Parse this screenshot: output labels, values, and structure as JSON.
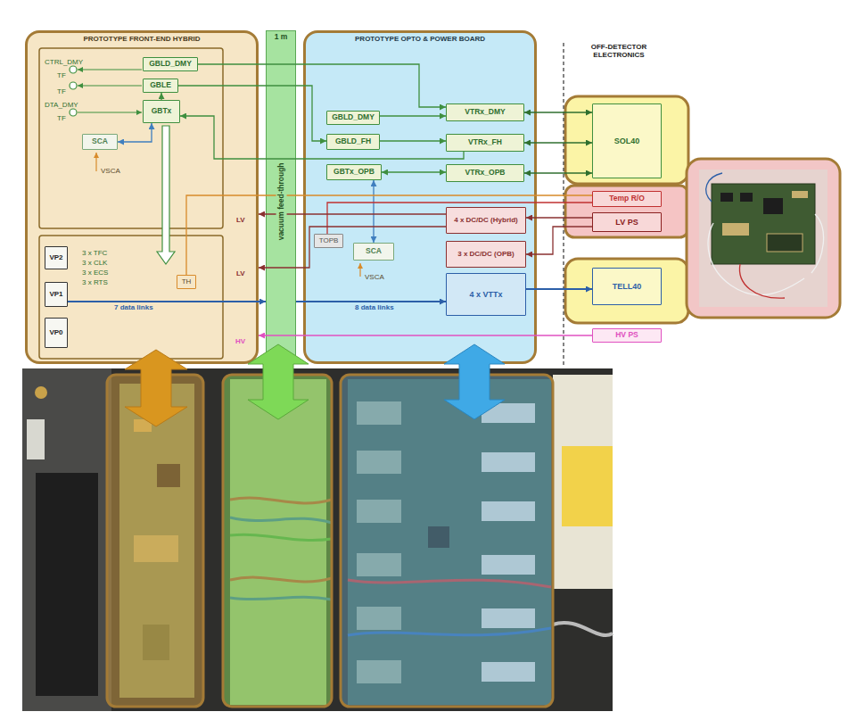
{
  "diagram": {
    "nodes": [
      {
        "text": [
          "PROTOTYPE FRONT-END HYBRID"
        ]
      },
      {
        "text": [
          "GBLD_DMY"
        ],
        "in": 0
      },
      {
        "text": [
          "GBLE"
        ],
        "in": 0
      },
      {
        "text": [
          "GBTx"
        ],
        "in": 0
      },
      {
        "text": [
          "SCA"
        ],
        "in": 0
      },
      {
        "text": [
          "VP2"
        ],
        "in": 0
      },
      {
        "text": [
          "VP1"
        ],
        "in": 0
      },
      {
        "text": [
          "VP0"
        ],
        "in": 0
      },
      {
        "text": [
          "TH"
        ],
        "in": 0
      },
      {
        "text": [
          "1 m",
          "vacuum feed-through"
        ]
      },
      {
        "text": [
          "PROTOTYPE OPTO & POWER BOARD"
        ]
      },
      {
        "text": [
          "GBLD_DMY"
        ],
        "in": 10
      },
      {
        "text": [
          "GBLD_FH"
        ],
        "in": 10
      },
      {
        "text": [
          "GBTx_OPB"
        ],
        "in": 10
      },
      {
        "text": [
          "VTRx_DMY"
        ],
        "in": 10
      },
      {
        "text": [
          "VTRx_FH"
        ],
        "in": 10
      },
      {
        "text": [
          "VTRx_OPB"
        ],
        "in": 10
      },
      {
        "text": [
          "TOPB"
        ],
        "in": 10
      },
      {
        "text": [
          "4 x DC/DC (Hybrid)"
        ],
        "in": 10
      },
      {
        "text": [
          "3 x DC/DC (OPB)"
        ],
        "in": 10
      },
      {
        "text": [
          "SCA"
        ],
        "in": 10
      },
      {
        "text": [
          "4 x VTTx"
        ],
        "in": 10
      },
      {
        "text": [
          "SOL40"
        ]
      },
      {
        "text": [
          "Temp R/O"
        ]
      },
      {
        "text": [
          "LV PS"
        ]
      },
      {
        "text": [
          "TELL40"
        ]
      },
      {
        "text": [
          "HV PS"
        ]
      }
    ],
    "edges": [
      {
        "from": 1,
        "to": 14,
        "arrow": "to"
      },
      {
        "from": 11,
        "to": 14,
        "arrow": "to"
      },
      {
        "from": 12,
        "to": 15,
        "arrow": "to"
      },
      {
        "from": 13,
        "to": 16,
        "arrow": "both"
      },
      {
        "from": 15,
        "to": 3,
        "arrow": "to"
      },
      {
        "from": 3,
        "to": 2,
        "arrow": "to"
      },
      {
        "from": 2,
        "to": 12,
        "arrow": "to"
      },
      {
        "from": 4,
        "to": 3,
        "arrow": "both"
      },
      {
        "from": 20,
        "to": 13,
        "arrow": "both"
      },
      {
        "from": 14,
        "to": 22,
        "arrow": "both"
      },
      {
        "from": 15,
        "to": 22,
        "arrow": "both"
      },
      {
        "from": 16,
        "to": 22,
        "arrow": "both"
      },
      {
        "from": 21,
        "to": 25,
        "arrow": "to"
      },
      {
        "from": 8,
        "to": 23,
        "arrow": "none"
      },
      {
        "from": 17,
        "to": 23,
        "arrow": "none"
      },
      {
        "from": 24,
        "to": 18,
        "arrow": "to"
      },
      {
        "from": 24,
        "to": 19,
        "arrow": "to"
      },
      {
        "from": 18,
        "to": 0,
        "arrow": "to",
        "label": "LV"
      },
      {
        "from": 18,
        "to": 0,
        "arrow": "to",
        "label": "LV"
      },
      {
        "from": 26,
        "to": 0,
        "arrow": "to",
        "label": "HV"
      },
      {
        "from": 6,
        "to": 9,
        "arrow": "to",
        "label": "7 data links"
      },
      {
        "from": 9,
        "to": 21,
        "arrow": "to",
        "label": "8 data links"
      }
    ],
    "labels": [
      "CTRL_DMY",
      "TF",
      "TF",
      "DTA_DMY",
      "TF",
      "VSCA",
      "3 x TFC",
      "3 x CLK",
      "3 x ECS",
      "3 x RTS",
      "VSCA",
      "OFF-DETECTOR ELECTRONICS"
    ]
  }
}
